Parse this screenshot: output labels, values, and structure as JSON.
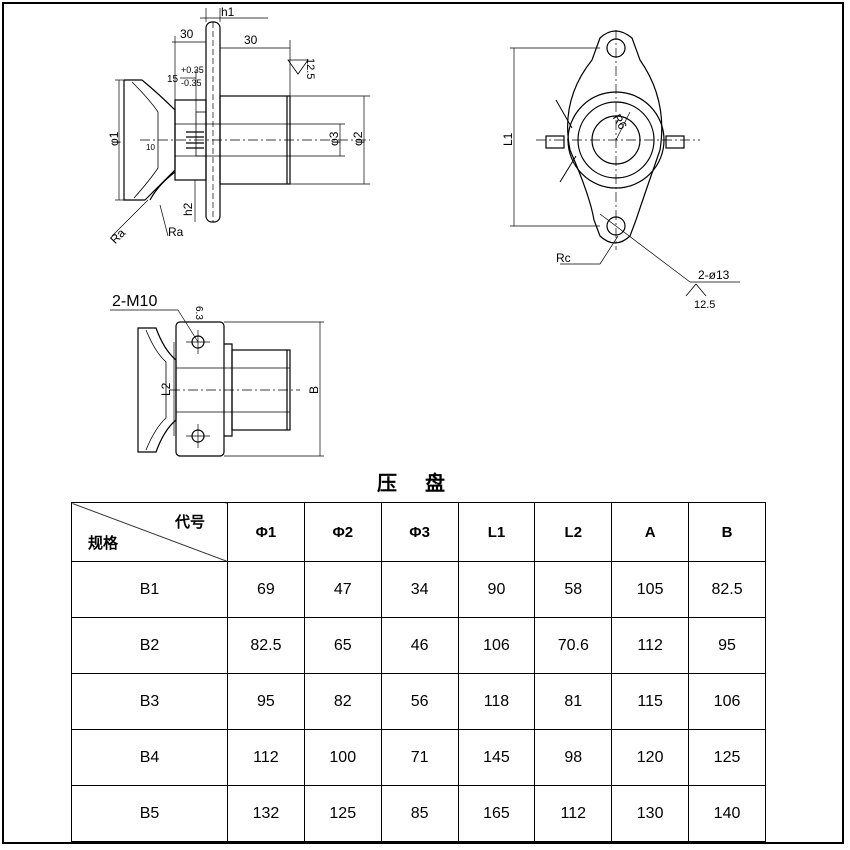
{
  "drawing": {
    "top_left_labels": {
      "h1": "h1",
      "dim30a": "30",
      "dim30b": "30",
      "roughness": "12.5",
      "tol_nominal": "15",
      "tol_plus": "+0.35",
      "tol_minus": "-0.35",
      "phi1": "φ1",
      "phi2": "φ2",
      "phi3": "φ3",
      "ten": "10",
      "h2": "h2",
      "ra1": "Ra",
      "ra2": "Ra"
    },
    "top_right_labels": {
      "l1": "L1",
      "r6": "R6",
      "rc": "Rc",
      "holes": "2-ø13",
      "roughness": "12.5"
    },
    "bottom_left_labels": {
      "m10": "2-M10",
      "depth": "6.3",
      "l2": "L2",
      "b": "B"
    }
  },
  "title": "压盘",
  "table": {
    "corner_top": "代号",
    "corner_bottom": "规格",
    "columns": [
      "Φ1",
      "Φ2",
      "Φ3",
      "L1",
      "L2",
      "A",
      "B"
    ],
    "rows": [
      [
        "B1",
        "69",
        "47",
        "34",
        "90",
        "58",
        "105",
        "82.5"
      ],
      [
        "B2",
        "82.5",
        "65",
        "46",
        "106",
        "70.6",
        "112",
        "95"
      ],
      [
        "B3",
        "95",
        "82",
        "56",
        "118",
        "81",
        "115",
        "106"
      ],
      [
        "B4",
        "112",
        "100",
        "71",
        "145",
        "98",
        "120",
        "125"
      ],
      [
        "B5",
        "132",
        "125",
        "85",
        "165",
        "112",
        "130",
        "140"
      ]
    ]
  }
}
